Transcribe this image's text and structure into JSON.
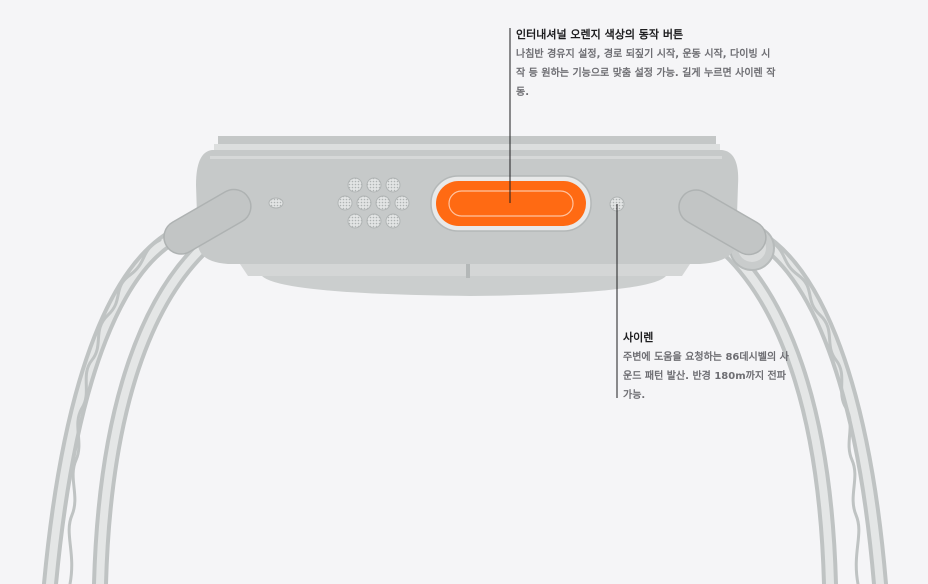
{
  "callouts": {
    "action_button": {
      "title": "인터내셔널 오렌지 색상의 동작 버튼",
      "body": "나침반 경유지 설정, 경로 되짚기 시작, 운동 시작, 다이빙 시작 등 원하는 기능으로 맞춤 설정 가능. 길게 누르면 사이렌 작동."
    },
    "siren": {
      "title": "사이렌",
      "body": "주변에 도움을 요청하는 86데시벨의 사운드 패턴 발산. 반경 180m까지 전파 가능."
    }
  },
  "colors": {
    "background": "#f5f5f7",
    "case": "#c6c9c9",
    "band": "#bfc3c3",
    "action_button": "#ff6a13"
  }
}
